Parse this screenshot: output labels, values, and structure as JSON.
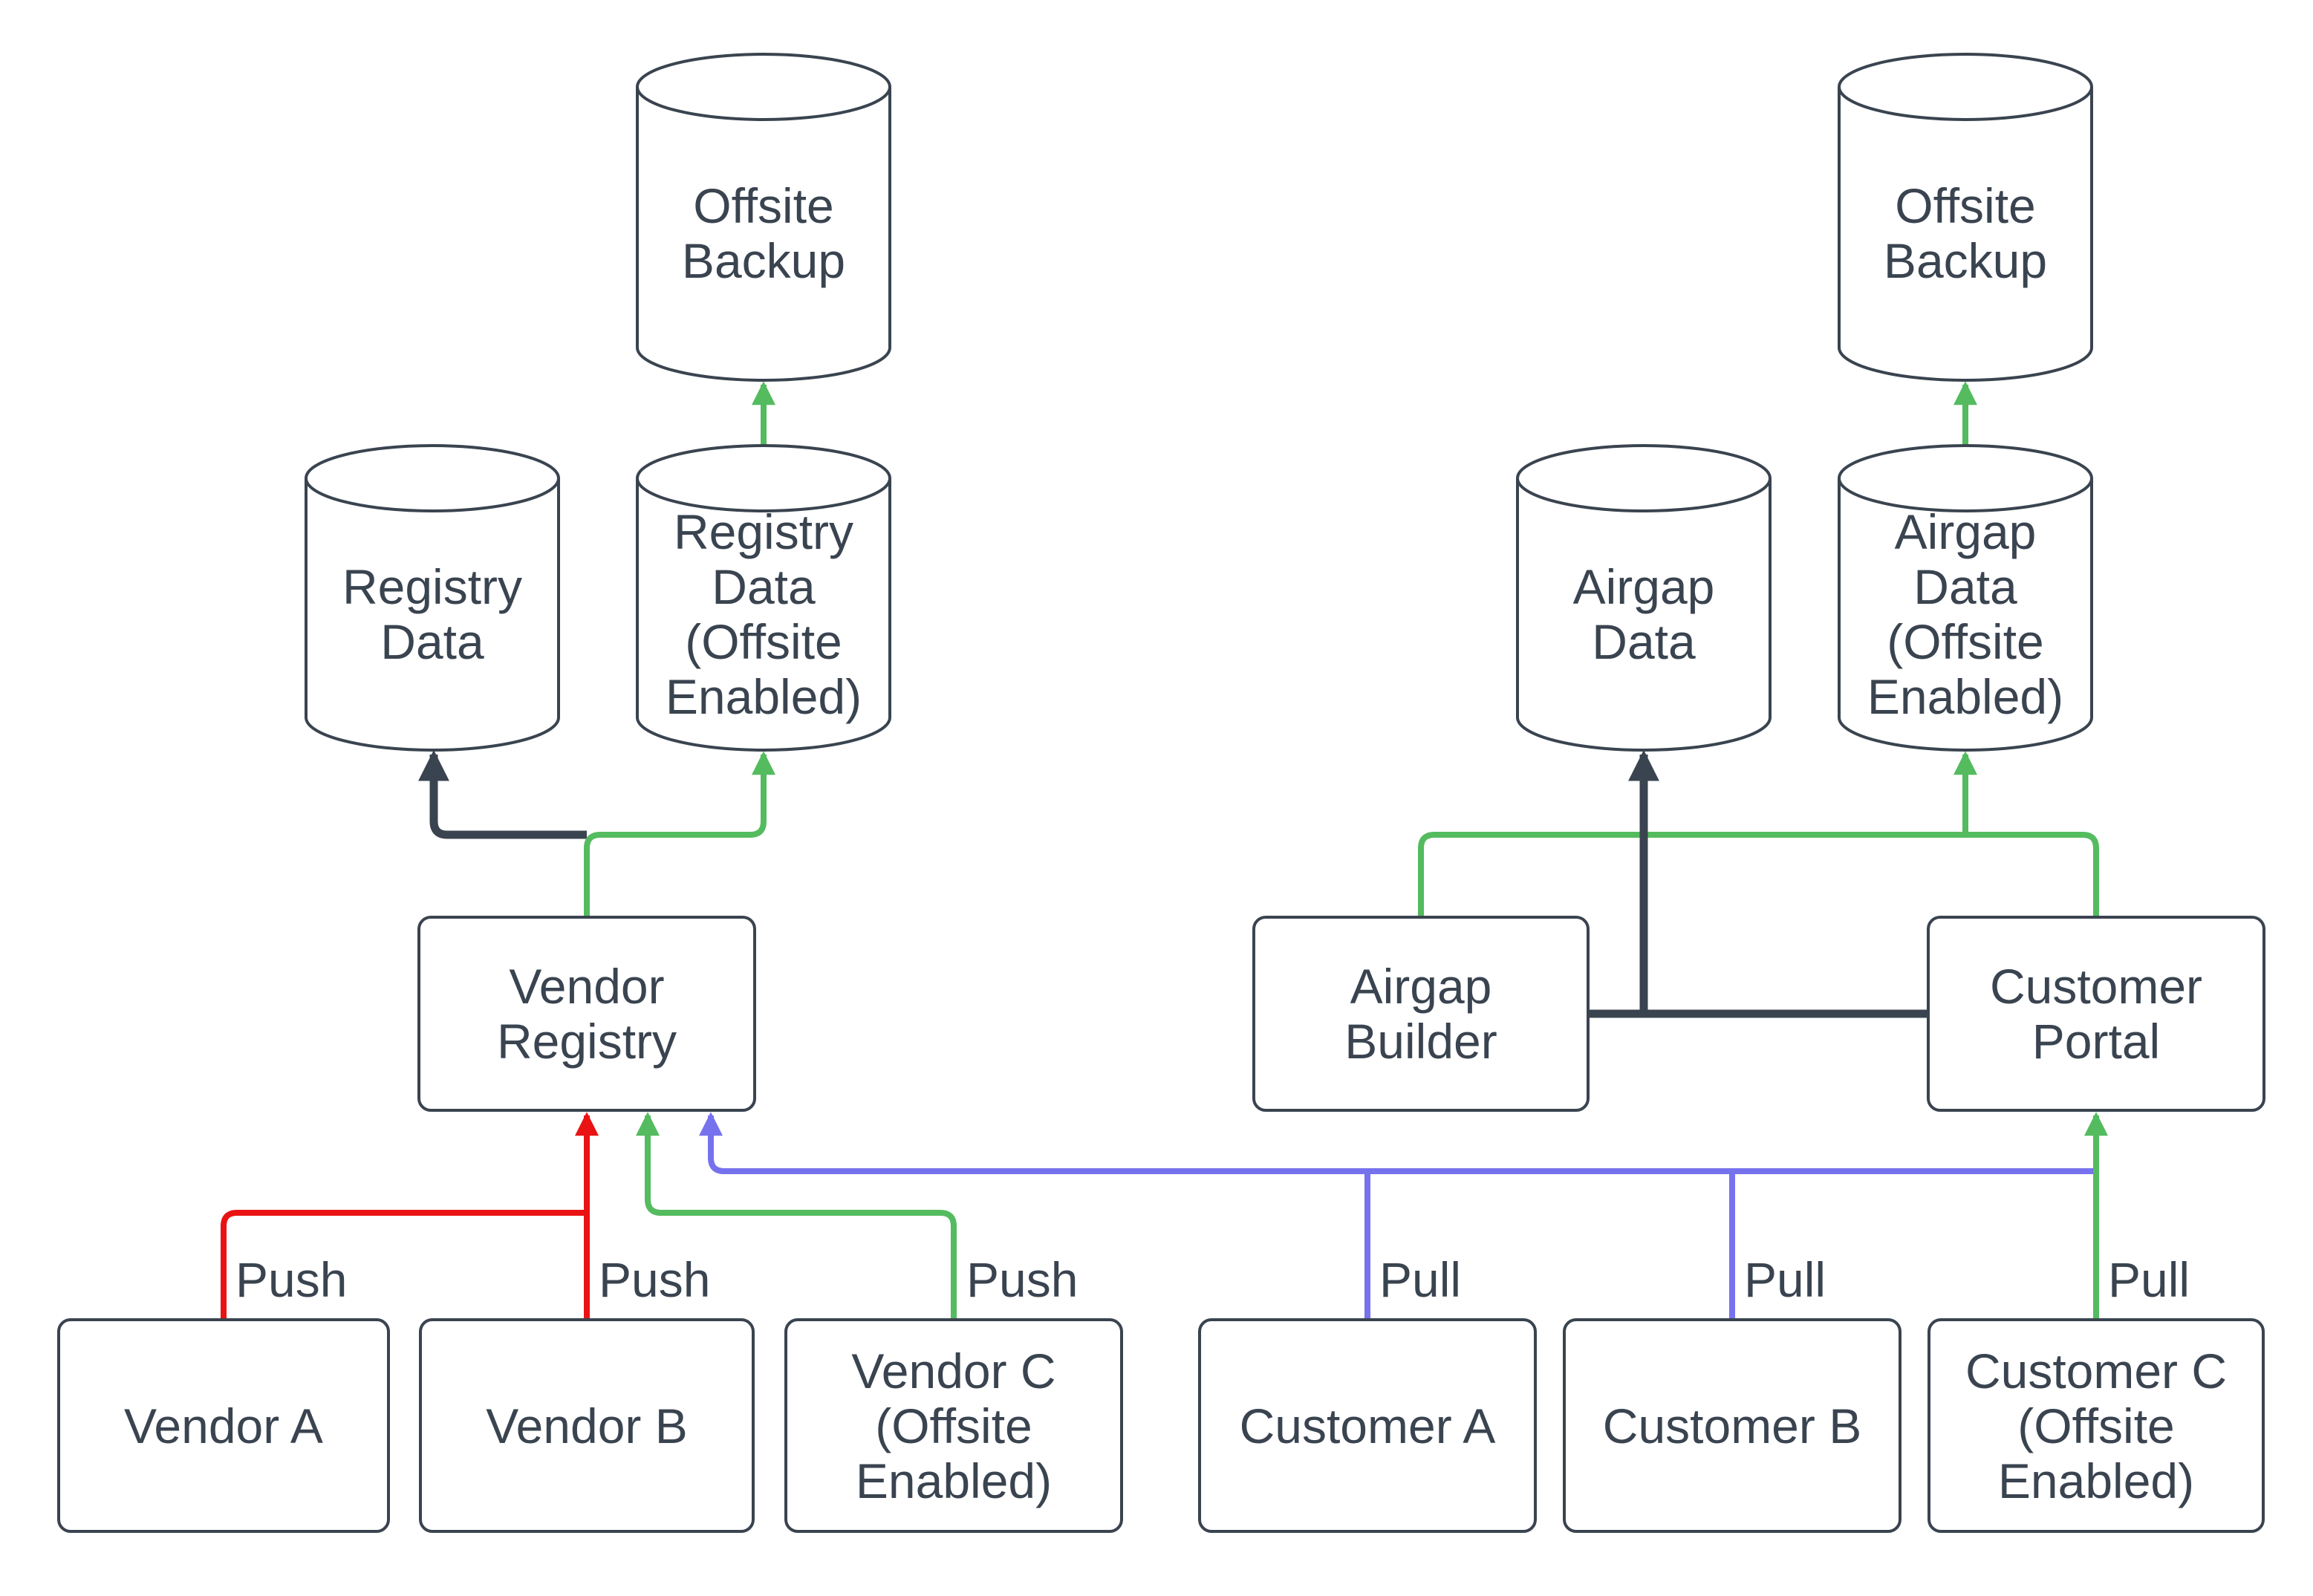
{
  "diagram": {
    "colors": {
      "slate": "#3a4450",
      "red": "#e91313",
      "green": "#54bb5f",
      "blue": "#7672ee",
      "background": "#ffffff"
    },
    "nodes": {
      "offsite_backup_left": {
        "type": "cylinder",
        "lines": [
          "Offsite",
          "Backup"
        ]
      },
      "registry_data": {
        "type": "cylinder",
        "lines": [
          "Registry",
          "Data"
        ]
      },
      "registry_data_offsite": {
        "type": "cylinder",
        "lines": [
          "Registry",
          "Data",
          "(Offsite",
          "Enabled)"
        ]
      },
      "vendor_registry": {
        "type": "box",
        "lines": [
          "Vendor",
          "Registry"
        ]
      },
      "vendor_a": {
        "type": "box",
        "lines": [
          "Vendor A"
        ]
      },
      "vendor_b": {
        "type": "box",
        "lines": [
          "Vendor B"
        ]
      },
      "vendor_c": {
        "type": "box",
        "lines": [
          "Vendor C",
          "(Offsite",
          "Enabled)"
        ]
      },
      "offsite_backup_right": {
        "type": "cylinder",
        "lines": [
          "Offsite",
          "Backup"
        ]
      },
      "airgap_data": {
        "type": "cylinder",
        "lines": [
          "Airgap",
          "Data"
        ]
      },
      "airgap_data_offsite": {
        "type": "cylinder",
        "lines": [
          "Airgap",
          "Data",
          "(Offsite",
          "Enabled)"
        ]
      },
      "airgap_builder": {
        "type": "box",
        "lines": [
          "Airgap",
          "Builder"
        ]
      },
      "customer_portal": {
        "type": "box",
        "lines": [
          "Customer",
          "Portal"
        ]
      },
      "customer_a": {
        "type": "box",
        "lines": [
          "Customer A"
        ]
      },
      "customer_b": {
        "type": "box",
        "lines": [
          "Customer B"
        ]
      },
      "customer_c": {
        "type": "box",
        "lines": [
          "Customer C",
          "(Offsite",
          "Enabled)"
        ]
      }
    },
    "edges": [
      {
        "source": "vendor_a",
        "target": "vendor_registry",
        "color": "red",
        "label": "Push"
      },
      {
        "source": "vendor_b",
        "target": "vendor_registry",
        "color": "red",
        "label": "Push"
      },
      {
        "source": "vendor_c",
        "target": "vendor_registry",
        "color": "green",
        "label": "Push"
      },
      {
        "source": "customer_a",
        "target": "vendor_registry",
        "color": "blue",
        "label": "Pull"
      },
      {
        "source": "customer_b",
        "target": "vendor_registry",
        "color": "blue",
        "label": "Pull"
      },
      {
        "source": "customer_c",
        "target": "customer_portal",
        "color": "green",
        "label": "Pull"
      },
      {
        "source": "vendor_registry",
        "target": "registry_data",
        "color": "slate",
        "label": ""
      },
      {
        "source": "vendor_registry",
        "target": "registry_data_offsite",
        "color": "green",
        "label": ""
      },
      {
        "source": "registry_data_offsite",
        "target": "offsite_backup_left",
        "color": "green",
        "label": ""
      },
      {
        "source": "airgap_builder",
        "target": "airgap_data",
        "color": "slate",
        "label": ""
      },
      {
        "source": "customer_portal",
        "target": "airgap_data",
        "color": "slate",
        "label": ""
      },
      {
        "source": "airgap_builder",
        "target": "airgap_data_offsite",
        "color": "green",
        "label": ""
      },
      {
        "source": "customer_portal",
        "target": "airgap_data_offsite",
        "color": "green",
        "label": ""
      },
      {
        "source": "airgap_data_offsite",
        "target": "offsite_backup_right",
        "color": "green",
        "label": ""
      }
    ]
  }
}
